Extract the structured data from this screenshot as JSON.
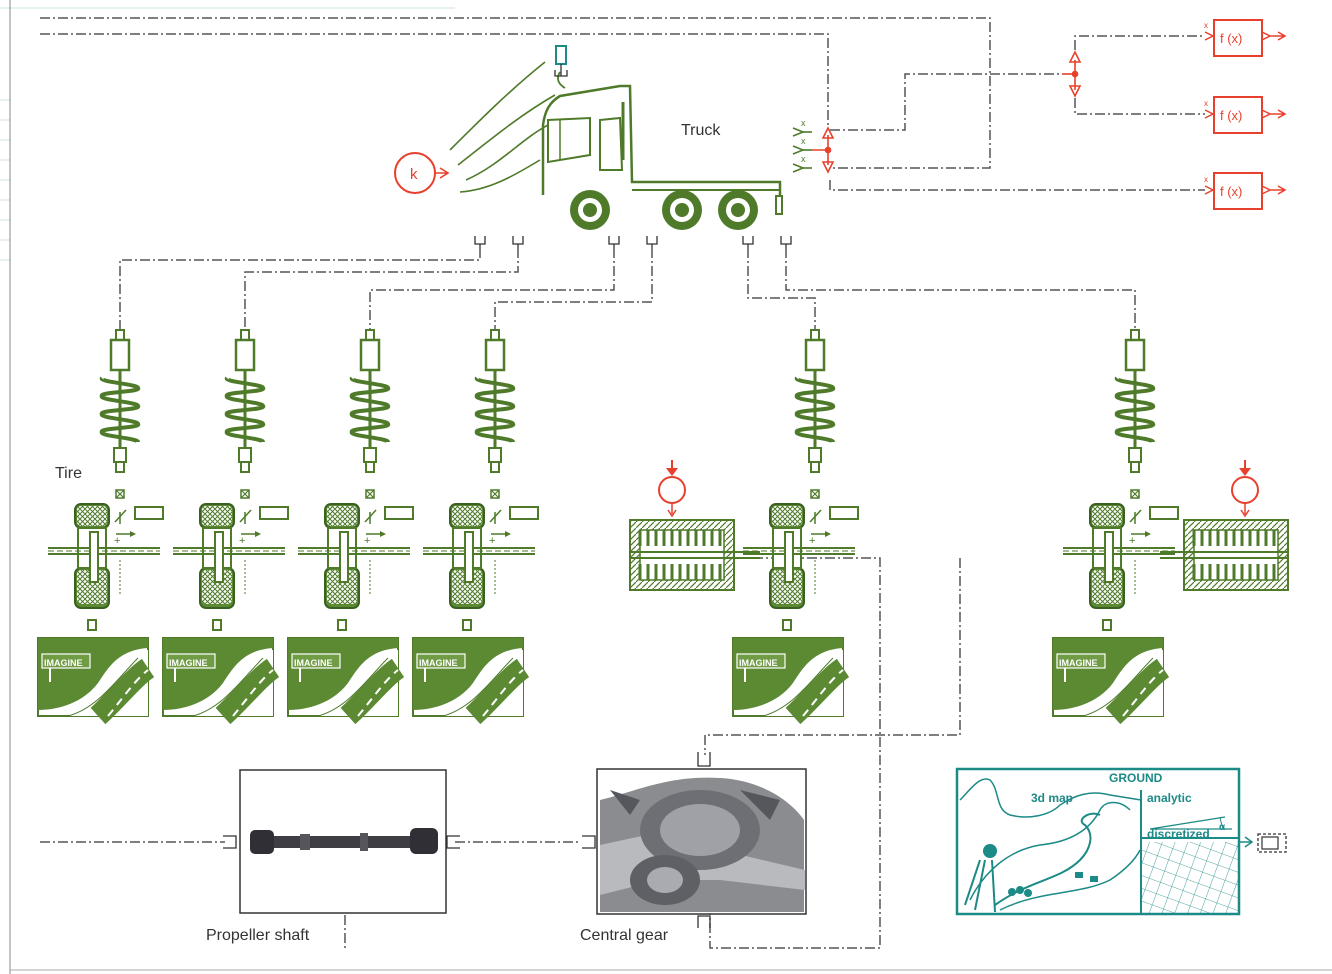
{
  "labels": {
    "truck": "Truck",
    "tire": "Tire",
    "propeller_shaft": "Propeller shaft",
    "central_gear": "Central gear",
    "source_k": "k",
    "function_block": "f (x)",
    "road_badge": "IMAGINE",
    "ground_title": "GROUND",
    "ground_3d_map": "3d map",
    "ground_analytic": "analytic",
    "ground_discretized": "discretized",
    "ground_alpha": "α"
  },
  "colors": {
    "green": "#4e7a2a",
    "dark_green": "#3b6120",
    "red": "#e8402c",
    "teal": "#1c8a86",
    "line": "#555555",
    "grid": "#cfe3ea"
  },
  "icons": {
    "truck": "truck-icon",
    "suspension": "spring-damper-icon",
    "wheel": "wheel-icon",
    "road": "road-icon",
    "gear_photo": "axle-gear-photo",
    "shaft_photo": "propeller-shaft-photo",
    "ground": "ground-map-icon",
    "load": "force-arrow-icon"
  }
}
